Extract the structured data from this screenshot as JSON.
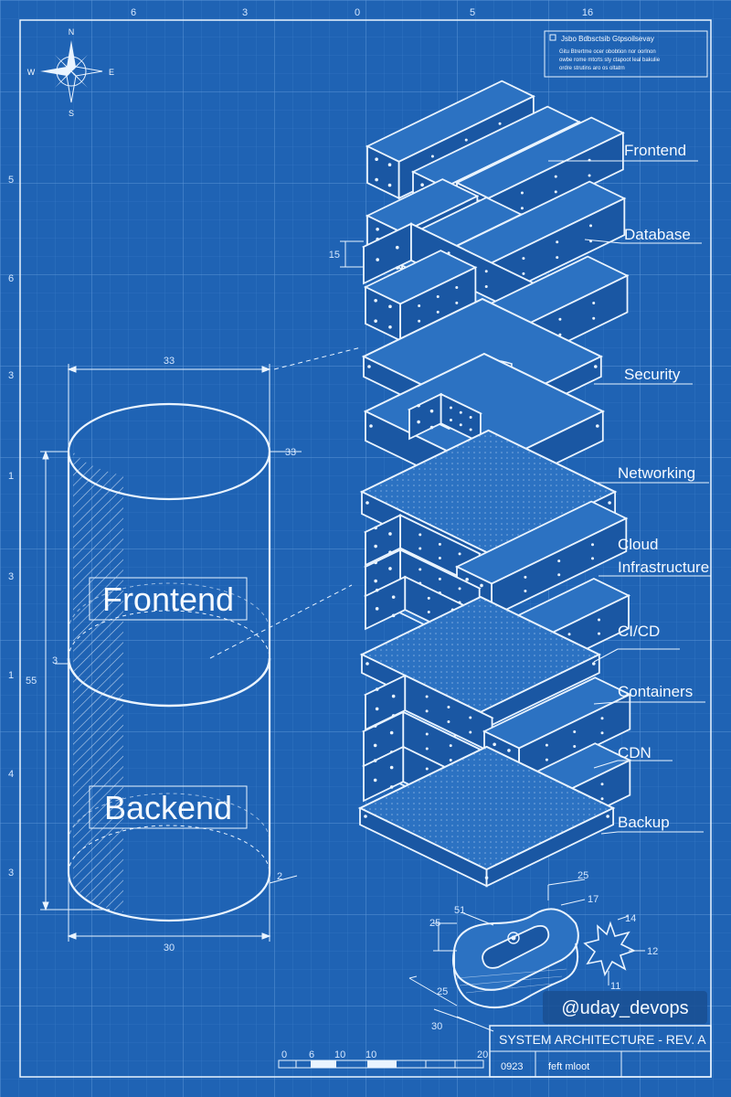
{
  "colors": {
    "background": "#1f63b4",
    "line": "#eaf4ff",
    "grid_minor": "#3a7cc8",
    "grid_major": "#5b95d6",
    "block_top": "#2c72c2",
    "block_side": "#1a57a3"
  },
  "compass": {
    "n": "N",
    "s": "S",
    "e": "E",
    "w": "W"
  },
  "notes_block": {
    "title": "Jsbo Bdbsctsib Gtpsoilsevay",
    "lines": [
      "Gitu Btrertme ocer obobtion nor oorlnon",
      "owbe rome mtcrts sty ctapoot leal bakulie",
      "ordre strutins aro os oltatrn"
    ]
  },
  "stack_labels": [
    "Frontend",
    "Database",
    "Security",
    "Networking",
    "Cloud",
    "Infrastructure",
    "CI/CD",
    "Containers",
    "CDN",
    "Backup"
  ],
  "cylinder": {
    "label_top": "Frontend",
    "label_bottom": "Backend",
    "dim_width_top": "33",
    "dim_width_bottom": "30",
    "dim_height": "55",
    "dim_offset": "3",
    "dim_top_right": "33",
    "dim_bottom_right": "2"
  },
  "block_dims": {
    "left": "15"
  },
  "eraser": {
    "dims": [
      "25",
      "51",
      "17",
      "25",
      "25",
      "30",
      "14",
      "12",
      "11"
    ]
  },
  "scale_bar": {
    "ticks": [
      "0",
      "6",
      "10",
      "10",
      "20"
    ]
  },
  "edge_numbers": {
    "top": [
      "6",
      "3",
      "0",
      "5",
      "16"
    ],
    "left": [
      "5",
      "6",
      "3",
      "1",
      "3",
      "1",
      "4",
      "3"
    ]
  },
  "watermark": "@uday_devops",
  "title_block": {
    "title": "SYSTEM ARCHITECTURE - REV. A",
    "code": "0923",
    "sub": "feft mloot"
  }
}
